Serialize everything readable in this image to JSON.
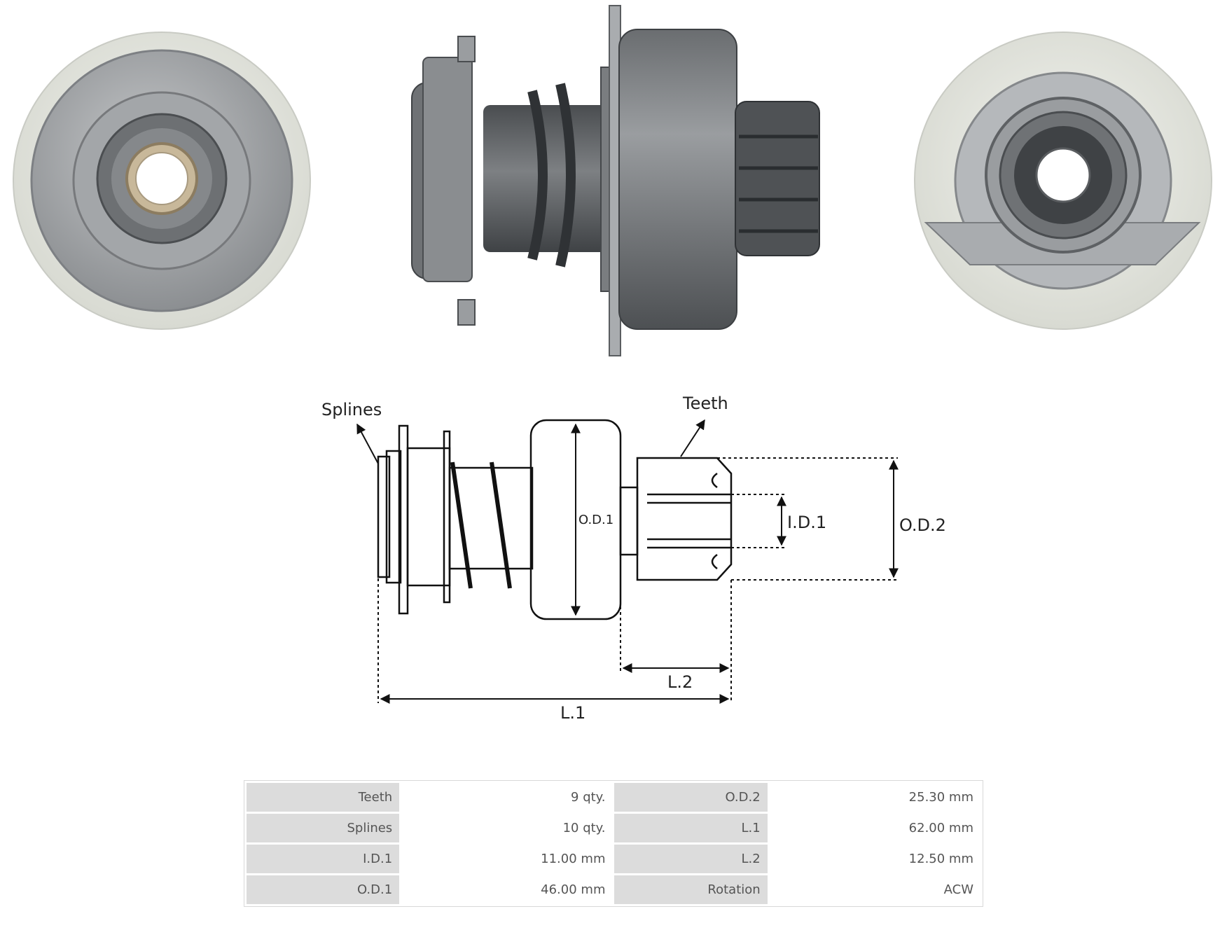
{
  "diagram_labels": {
    "splines": "Splines",
    "teeth": "Teeth",
    "od1": "O.D.1",
    "id1": "I.D.1",
    "od2": "O.D.2",
    "l2": "L.2",
    "l1": "L.1"
  },
  "specs": [
    {
      "label_a": "Teeth",
      "value_a": "9 qty.",
      "label_b": "O.D.2",
      "value_b": "25.30 mm"
    },
    {
      "label_a": "Splines",
      "value_a": "10 qty.",
      "label_b": "L.1",
      "value_b": "62.00 mm"
    },
    {
      "label_a": "I.D.1",
      "value_a": "11.00 mm",
      "label_b": "L.2",
      "value_b": "12.50 mm"
    },
    {
      "label_a": "O.D.1",
      "value_a": "46.00 mm",
      "label_b": "Rotation",
      "value_b": "ACW"
    }
  ],
  "colors": {
    "metal_dark": "#55575a",
    "metal_mid": "#8e9194",
    "metal_light": "#b8bbbd",
    "rim": "#e4e6df"
  }
}
